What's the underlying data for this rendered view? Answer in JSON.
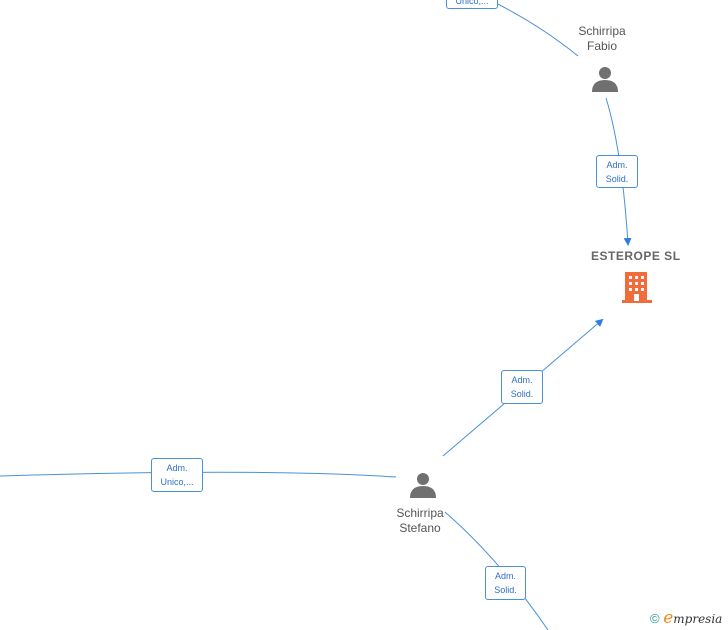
{
  "nodes": {
    "person_fabio": {
      "name": "Schirripa\nFabio",
      "icon": "person-icon"
    },
    "person_stefano": {
      "name": "Schirripa\nStefano",
      "icon": "person-icon"
    },
    "company": {
      "name": "ESTEROPE SL",
      "icon": "building-icon",
      "color": "#f26b3a"
    }
  },
  "edges": {
    "top_partial": "Unico,...",
    "fabio_company": "Adm.\nSolid.",
    "stefano_company": "Adm.\nSolid.",
    "stefano_left": "Adm.\nUnico,...",
    "stefano_bottom": "Adm.\nSolid."
  },
  "colors": {
    "edge": "#4a90d9",
    "person": "#707070",
    "company": "#f26b3a"
  },
  "brand": {
    "copyright": "©",
    "e": "e",
    "rest": "mpresia"
  }
}
